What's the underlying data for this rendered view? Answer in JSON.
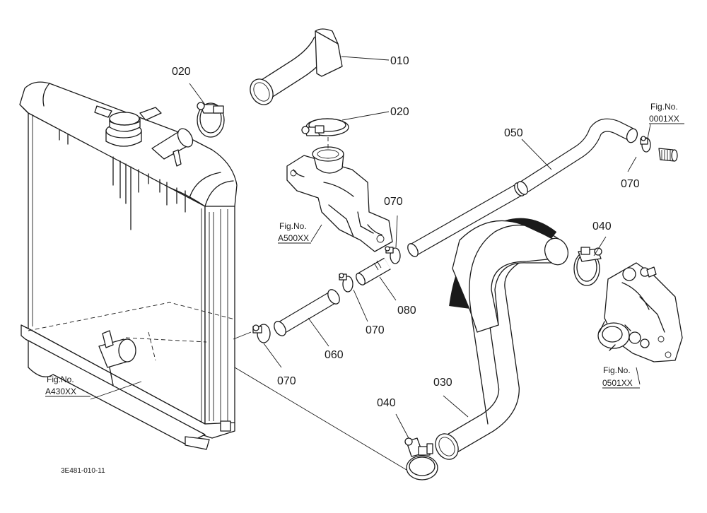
{
  "labels": {
    "p010": "010",
    "p020a": "020",
    "p020b": "020",
    "p030": "030",
    "p040a": "040",
    "p040b": "040",
    "p050": "050",
    "p060": "060",
    "p070a": "070",
    "p070b": "070",
    "p070c": "070",
    "p070d": "070",
    "p080": "080"
  },
  "figrefs": {
    "fig_label": "Fig.No.",
    "a500": "A500XX",
    "a430": "A430XX",
    "f0501": "0501XX",
    "f0001": "0001XX"
  },
  "drawing_code": "3E481-010-11"
}
